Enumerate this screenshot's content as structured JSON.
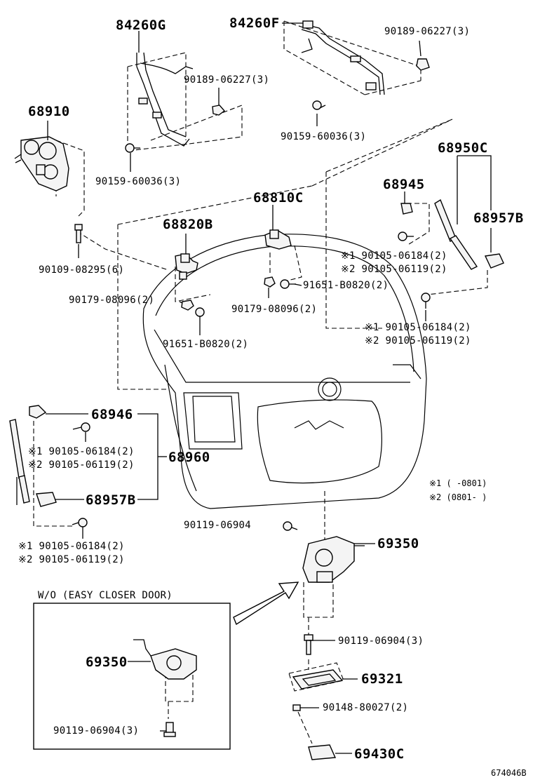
{
  "parts": {
    "p84260G": "84260G",
    "p84260F": "84260F",
    "p90189_a": "90189-06227(3)",
    "p90189_b": "90189-06227(3)",
    "p68910": "68910",
    "p90159_a": "90159-60036(3)",
    "p90159_b": "90159-60036(3)",
    "p68950C": "68950C",
    "p68945": "68945",
    "p68810C": "68810C",
    "p68957B_r": "68957B",
    "p68820B": "68820B",
    "p90109": "90109-08295(6)",
    "p90105_r1_1": "※1 90105-06184(2)",
    "p90105_r1_2": "※2 90105-06119(2)",
    "p91651_a": "91651-B0820(2)",
    "p90179_a": "90179-08096(2)",
    "p90179_b": "90179-08096(2)",
    "p91651_b": "91651-B0820(2)",
    "p90105_r2_1": "※1 90105-06184(2)",
    "p90105_r2_2": "※2 90105-06119(2)",
    "p68946": "68946",
    "p90105_l1_1": "※1 90105-06184(2)",
    "p90105_l1_2": "※2 90105-06119(2)",
    "p68960": "68960",
    "p68957B_l": "68957B",
    "note1": "※1 (    -0801)",
    "note2": "※2 (0801-    )",
    "p90119_a": "90119-06904",
    "p69350_main": "69350",
    "p90105_l2_1": "※1 90105-06184(2)",
    "p90105_l2_2": "※2 90105-06119(2)",
    "inset_title": "W/O (EASY CLOSER DOOR)",
    "p69350_inset": "69350",
    "p90119_inset": "90119-06904(3)",
    "p90119_b": "90119-06904(3)",
    "p69321": "69321",
    "p90148": "90148-80027(2)",
    "p69430C": "69430C",
    "diagram_code": "674046B"
  }
}
